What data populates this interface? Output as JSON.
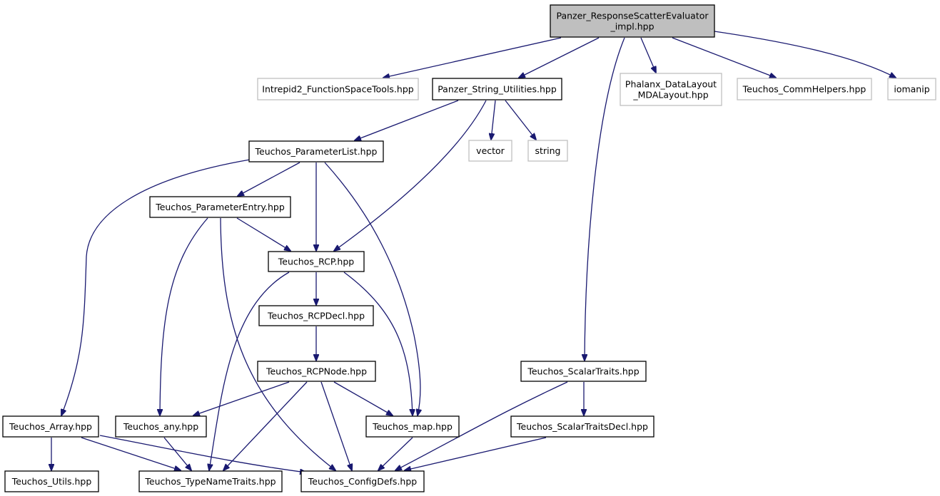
{
  "diagram": {
    "title": "Panzer_ResponseScatterEvaluator_impl.hpp include dependency graph",
    "colors": {
      "edge": "#191970",
      "root_fill": "#bfbfbf",
      "external_border": "#bfbfbf",
      "internal_border": "#000000"
    },
    "nodes": [
      {
        "id": "root",
        "lines": [
          "Panzer_ResponseScatterEvaluator",
          "_impl.hpp"
        ],
        "kind": "root"
      },
      {
        "id": "intrepid2",
        "lines": [
          "Intrepid2_FunctionSpaceTools.hpp"
        ],
        "kind": "external"
      },
      {
        "id": "string_utils",
        "lines": [
          "Panzer_String_Utilities.hpp"
        ],
        "kind": "internal"
      },
      {
        "id": "phalanx",
        "lines": [
          "Phalanx_DataLayout",
          "_MDALayout.hpp"
        ],
        "kind": "external"
      },
      {
        "id": "commhelpers",
        "lines": [
          "Teuchos_CommHelpers.hpp"
        ],
        "kind": "external"
      },
      {
        "id": "iomanip",
        "lines": [
          "iomanip"
        ],
        "kind": "external"
      },
      {
        "id": "paramlist",
        "lines": [
          "Teuchos_ParameterList.hpp"
        ],
        "kind": "internal"
      },
      {
        "id": "vector",
        "lines": [
          "vector"
        ],
        "kind": "external"
      },
      {
        "id": "string",
        "lines": [
          "string"
        ],
        "kind": "external"
      },
      {
        "id": "paramentry",
        "lines": [
          "Teuchos_ParameterEntry.hpp"
        ],
        "kind": "internal"
      },
      {
        "id": "rcp",
        "lines": [
          "Teuchos_RCP.hpp"
        ],
        "kind": "internal"
      },
      {
        "id": "rcpdecl",
        "lines": [
          "Teuchos_RCPDecl.hpp"
        ],
        "kind": "internal"
      },
      {
        "id": "rcpnode",
        "lines": [
          "Teuchos_RCPNode.hpp"
        ],
        "kind": "internal"
      },
      {
        "id": "scalartraits",
        "lines": [
          "Teuchos_ScalarTraits.hpp"
        ],
        "kind": "internal"
      },
      {
        "id": "array",
        "lines": [
          "Teuchos_Array.hpp"
        ],
        "kind": "internal"
      },
      {
        "id": "any",
        "lines": [
          "Teuchos_any.hpp"
        ],
        "kind": "internal"
      },
      {
        "id": "map",
        "lines": [
          "Teuchos_map.hpp"
        ],
        "kind": "internal"
      },
      {
        "id": "scalartraitsdecl",
        "lines": [
          "Teuchos_ScalarTraitsDecl.hpp"
        ],
        "kind": "internal"
      },
      {
        "id": "utils",
        "lines": [
          "Teuchos_Utils.hpp"
        ],
        "kind": "internal"
      },
      {
        "id": "typenametraits",
        "lines": [
          "Teuchos_TypeNameTraits.hpp"
        ],
        "kind": "internal"
      },
      {
        "id": "configdefs",
        "lines": [
          "Teuchos_ConfigDefs.hpp"
        ],
        "kind": "internal"
      }
    ],
    "edges": [
      {
        "from": "root",
        "to": "intrepid2"
      },
      {
        "from": "root",
        "to": "string_utils"
      },
      {
        "from": "root",
        "to": "phalanx"
      },
      {
        "from": "root",
        "to": "commhelpers"
      },
      {
        "from": "root",
        "to": "iomanip"
      },
      {
        "from": "root",
        "to": "scalartraits"
      },
      {
        "from": "string_utils",
        "to": "paramlist"
      },
      {
        "from": "string_utils",
        "to": "vector"
      },
      {
        "from": "string_utils",
        "to": "string"
      },
      {
        "from": "string_utils",
        "to": "rcp"
      },
      {
        "from": "paramlist",
        "to": "paramentry"
      },
      {
        "from": "paramlist",
        "to": "rcp"
      },
      {
        "from": "paramlist",
        "to": "array"
      },
      {
        "from": "paramlist",
        "to": "map"
      },
      {
        "from": "paramentry",
        "to": "rcp"
      },
      {
        "from": "paramentry",
        "to": "any"
      },
      {
        "from": "paramentry",
        "to": "configdefs"
      },
      {
        "from": "rcp",
        "to": "rcpdecl"
      },
      {
        "from": "rcp",
        "to": "typenametraits"
      },
      {
        "from": "rcp",
        "to": "map"
      },
      {
        "from": "rcpdecl",
        "to": "rcpnode"
      },
      {
        "from": "rcpnode",
        "to": "any"
      },
      {
        "from": "rcpnode",
        "to": "typenametraits"
      },
      {
        "from": "rcpnode",
        "to": "configdefs"
      },
      {
        "from": "rcpnode",
        "to": "map"
      },
      {
        "from": "scalartraits",
        "to": "scalartraitsdecl"
      },
      {
        "from": "scalartraits",
        "to": "configdefs"
      },
      {
        "from": "array",
        "to": "utils"
      },
      {
        "from": "array",
        "to": "typenametraits"
      },
      {
        "from": "array",
        "to": "configdefs"
      },
      {
        "from": "any",
        "to": "typenametraits"
      },
      {
        "from": "map",
        "to": "configdefs"
      },
      {
        "from": "scalartraitsdecl",
        "to": "configdefs"
      }
    ]
  }
}
